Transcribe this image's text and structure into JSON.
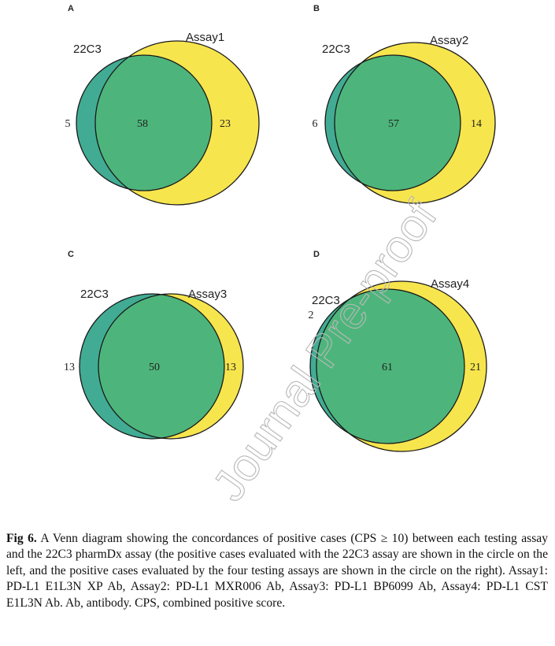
{
  "panels": [
    {
      "letter": "A",
      "left_label": "22C3",
      "right_label": "Assay1",
      "left_only": "5",
      "overlap": "58",
      "right_only": "23"
    },
    {
      "letter": "B",
      "left_label": "22C3",
      "right_label": "Assay2",
      "left_only": "6",
      "overlap": "57",
      "right_only": "14"
    },
    {
      "letter": "C",
      "left_label": "22C3",
      "right_label": "Assay3",
      "left_only": "13",
      "overlap": "50",
      "right_only": "13"
    },
    {
      "letter": "D",
      "left_label": "22C3",
      "right_label": "Assay4",
      "left_only": "2",
      "overlap": "61",
      "right_only": "21"
    }
  ],
  "colors": {
    "left_set": "#41ac93",
    "right_set": "#f7e54d",
    "overlap": "#4db57b",
    "outline": "#1a1a1a"
  },
  "watermark": "Journal Pre-proof",
  "caption": {
    "label": "Fig 6.",
    "text": " A Venn diagram showing the concordances of positive cases (CPS ≥ 10) between each testing assay and the 22C3 pharmDx assay (the positive cases evaluated with the 22C3 assay are shown in the circle on the left, and the positive cases evaluated by the four testing assays are shown in the circle on the right). Assay1: PD-L1 E1L3N XP Ab, Assay2: PD-L1 MXR006 Ab, Assay3: PD-L1 BP6099 Ab, Assay4: PD-L1 CST E1L3N Ab. Ab, antibody. CPS, combined positive score."
  }
}
